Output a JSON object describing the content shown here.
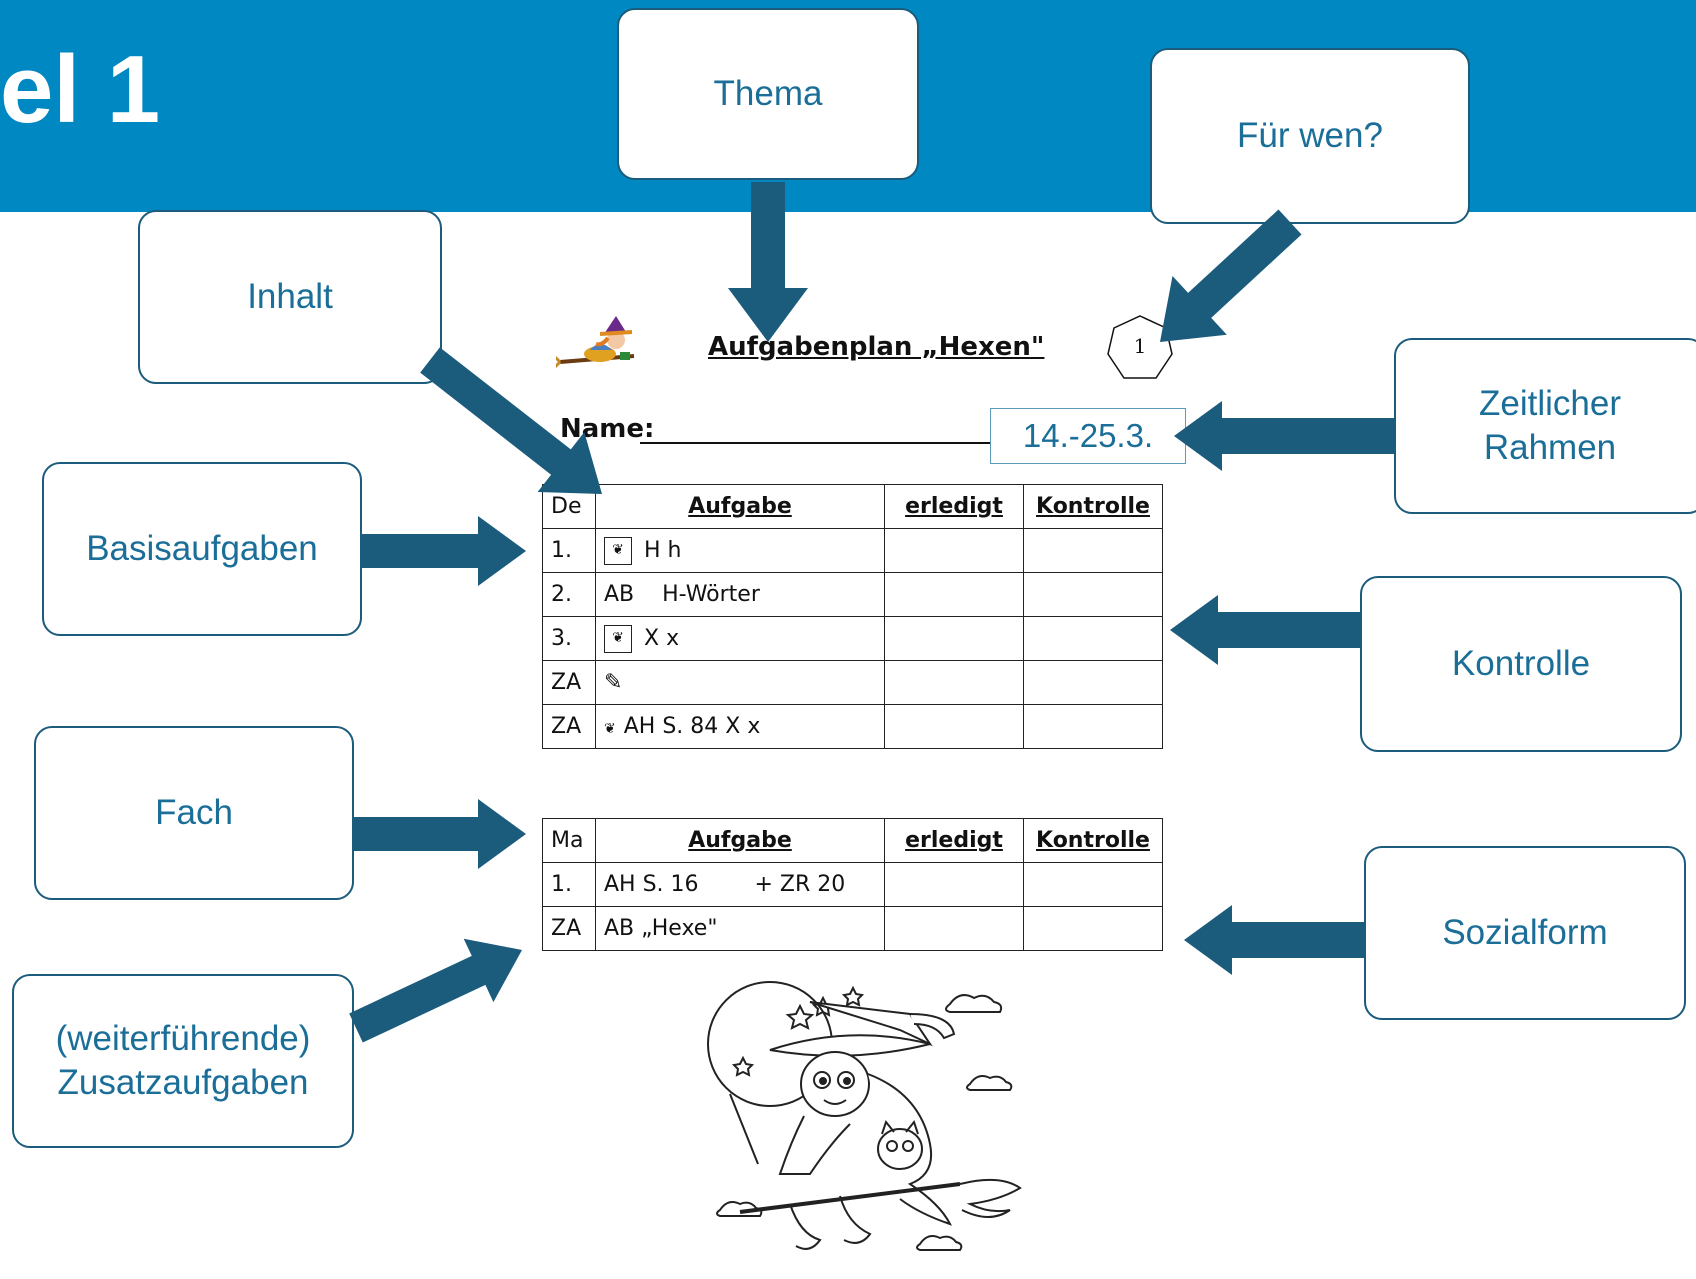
{
  "slide": {
    "title": "el 1"
  },
  "callouts": {
    "thema": "Thema",
    "fuer_wen": "Für wen?",
    "inhalt": "Inhalt",
    "zeitlicher_rahmen": [
      "Zeitlicher",
      "Rahmen"
    ],
    "basisaufgaben": "Basisaufgaben",
    "kontrolle": "Kontrolle",
    "fach": "Fach",
    "sozialform": "Sozialform",
    "zusatzaufgaben": [
      "(weiterführende)",
      "Zusatzaufgaben"
    ]
  },
  "document": {
    "title": "Aufgabenplan „Hexen\"",
    "page_number": "1",
    "name_label": "Name:",
    "date_range": "14.-25.3."
  },
  "tables": [
    {
      "headers": [
        "De",
        "Aufgabe",
        "erledigt",
        "Kontrolle"
      ],
      "rows": [
        {
          "nr": "1.",
          "icon": "paw-icon",
          "task": "H h"
        },
        {
          "nr": "2.",
          "icon": "",
          "task": "AB    H-Wörter"
        },
        {
          "nr": "3.",
          "icon": "paw-icon",
          "task": "X x"
        },
        {
          "nr": "ZA",
          "icon": "pencil-icon",
          "task": ""
        },
        {
          "nr": "ZA",
          "icon": "paw-small-icon",
          "task": "AH S. 84  X x"
        }
      ]
    },
    {
      "headers": [
        "Ma",
        "Aufgabe",
        "erledigt",
        "Kontrolle"
      ],
      "rows": [
        {
          "nr": "1.",
          "icon": "",
          "task": "AH S. 16        + ZR 20"
        },
        {
          "nr": "ZA",
          "icon": "",
          "task": "AB „Hexe\""
        }
      ]
    }
  ],
  "colors": {
    "banner": "#0088c2",
    "arrow": "#1b5b7c",
    "callout_text": "#1b6e98"
  }
}
